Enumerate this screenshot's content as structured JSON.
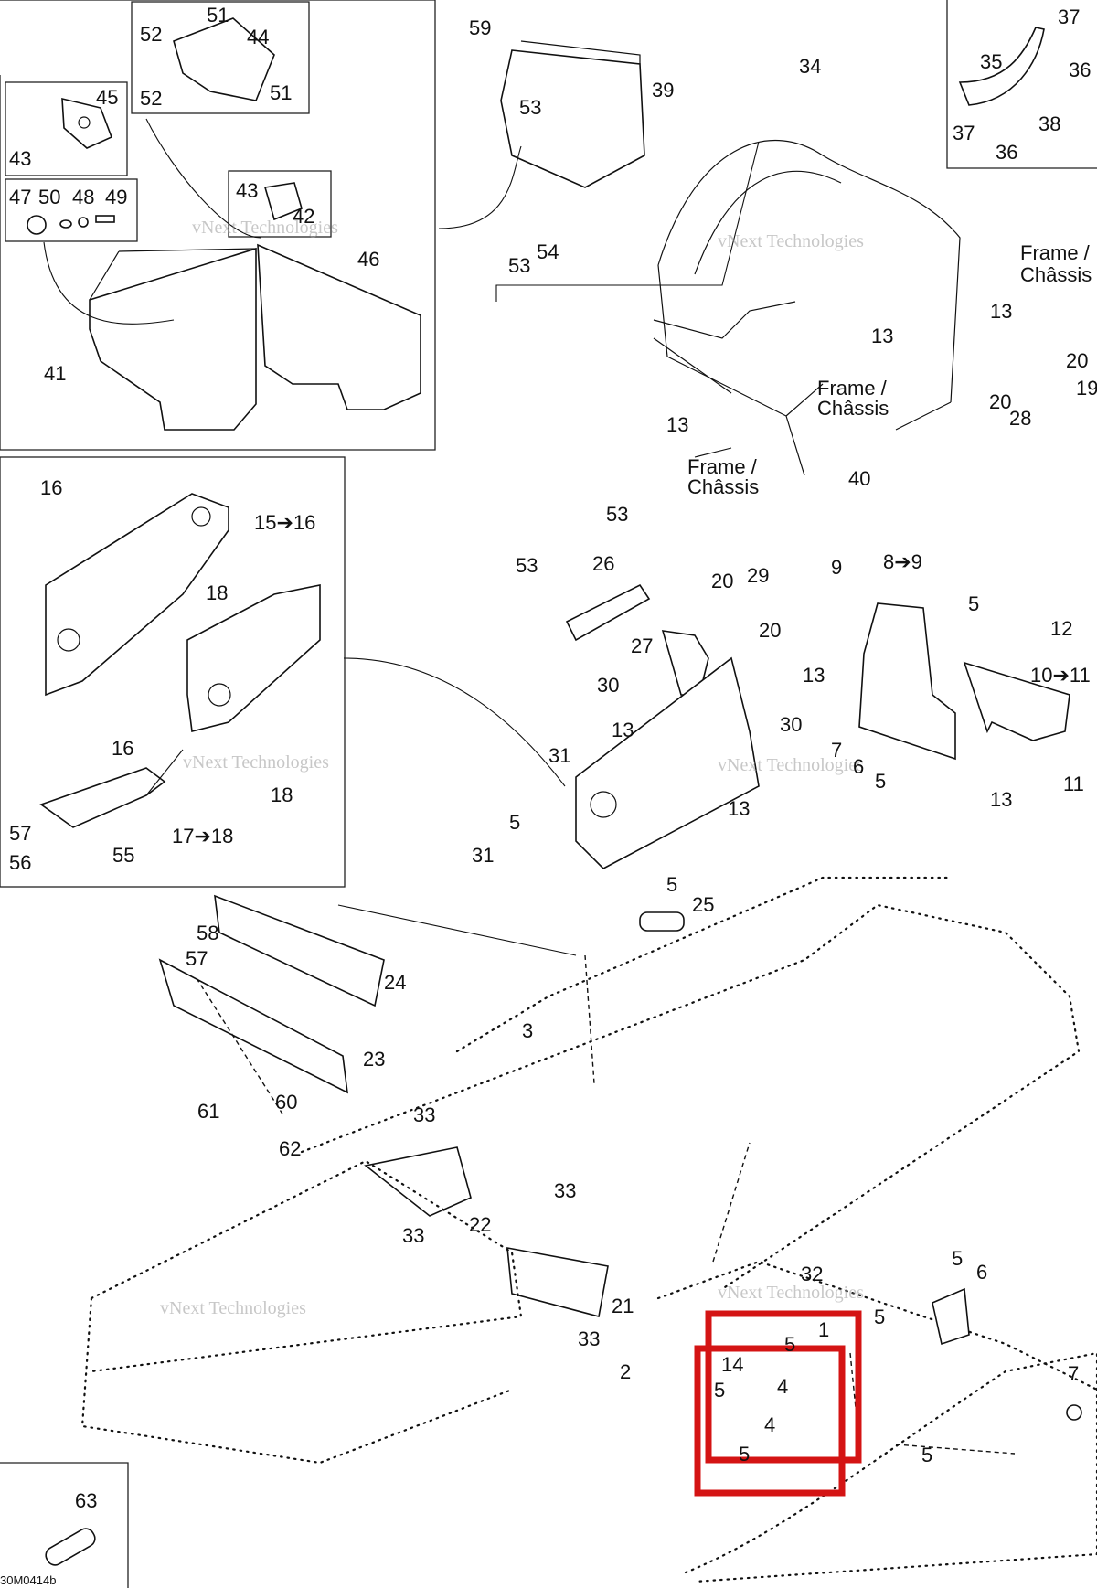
{
  "diagram": {
    "reference_code": "30M0414b",
    "watermark_text": "vNext Technologies",
    "labels": {
      "l59": "59",
      "l53a": "53",
      "l39": "39",
      "l53b": "53",
      "l54": "54",
      "l34": "34",
      "l37a": "37",
      "l35": "35",
      "l36a": "36",
      "l37b": "37",
      "l38": "38",
      "l36b": "36",
      "l51a": "51",
      "l52a": "52",
      "l44": "44",
      "l52b": "52",
      "l51b": "51",
      "l45": "45",
      "l43a": "43",
      "l47": "47",
      "l50": "50",
      "l48": "48",
      "l49": "49",
      "l43b": "43",
      "l42": "42",
      "l46": "46",
      "l41": "41",
      "frame1_line1": "Frame /",
      "frame1_line2": "Châssis",
      "l13a": "13",
      "l13b": "13",
      "l20a": "20",
      "l19": "19",
      "l20b": "20",
      "l28": "28",
      "frame2_line1": "Frame /",
      "frame2_line2": "Châssis",
      "l13c": "13",
      "frame3_line1": "Frame /",
      "frame3_line2": "Châssis",
      "l40": "40",
      "l16a": "16",
      "l15_16": "15➔16",
      "l18": "18",
      "l16b": "16",
      "l18b": "18",
      "l57a": "57",
      "l56": "56",
      "l55": "55",
      "l17_18": "17➔18",
      "l53c": "53",
      "l53d": "53",
      "l26": "26",
      "l20c": "20",
      "l29": "29",
      "l20d": "20",
      "l27": "27",
      "l30a": "30",
      "l13d": "13",
      "l31a": "31",
      "l30b": "30",
      "l7a": "7",
      "l6a": "6",
      "l5a": "5",
      "l13e": "13",
      "l5b": "5",
      "l31b": "31",
      "l5c": "5",
      "l9": "9",
      "l8_9": "8➔9",
      "l5d": "5",
      "l12": "12",
      "l13f": "13",
      "l10_11": "10➔11",
      "l11": "11",
      "l13g": "13",
      "l25": "25",
      "l58": "58",
      "l57b": "57",
      "l24": "24",
      "l3": "3",
      "l23": "23",
      "l61": "61",
      "l60": "60",
      "l62": "62",
      "l33a": "33",
      "l22": "22",
      "l33b": "33",
      "l33c": "33",
      "l21": "21",
      "l33d": "33",
      "l32": "32",
      "l5e": "5",
      "l6b": "6",
      "l1": "1",
      "l5f": "5",
      "l2": "2",
      "l14": "14",
      "l5g": "5",
      "l4a": "4",
      "l4b": "4",
      "l5h": "5",
      "l5i": "5",
      "l7b": "7",
      "l63": "63"
    },
    "highlight_color": "#d41414"
  }
}
